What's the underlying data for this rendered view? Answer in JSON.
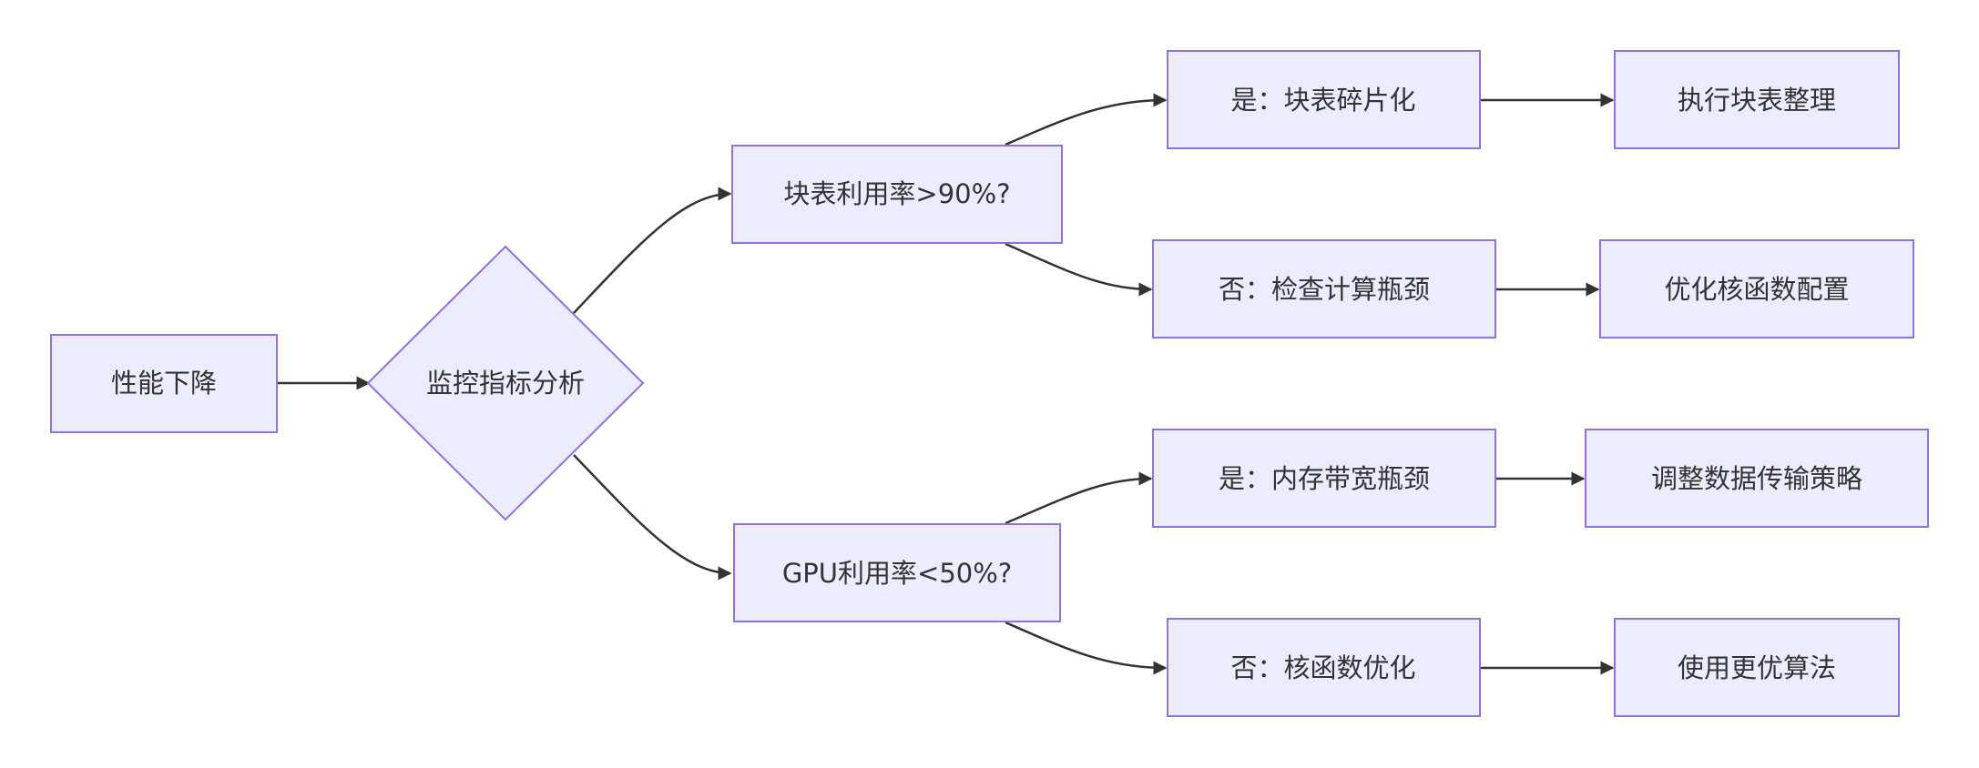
{
  "nodes": {
    "start": "性能下降",
    "decision": "监控指标分析",
    "block_q": "块表利用率>90%?",
    "gpu_q": "GPU利用率<50%?",
    "block_yes": "是：块表碎片化",
    "block_yes_action": "执行块表整理",
    "block_no": "否：检查计算瓶颈",
    "block_no_action": "优化核函数配置",
    "gpu_yes": "是：内存带宽瓶颈",
    "gpu_yes_action": "调整数据传输策略",
    "gpu_no": "否：核函数优化",
    "gpu_no_action": "使用更优算法"
  },
  "colors": {
    "node_fill": "#ECECFF",
    "node_stroke": "#9370DB",
    "edge": "#333333",
    "text": "#333333"
  }
}
